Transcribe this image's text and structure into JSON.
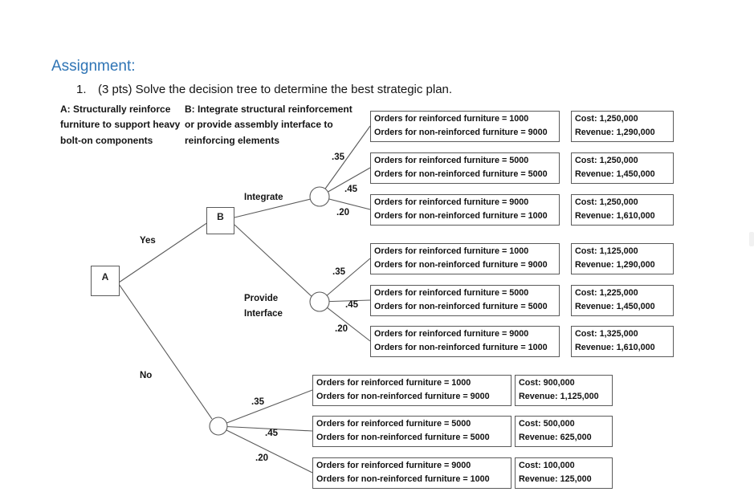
{
  "header": {
    "heading": "Assignment:",
    "question_number": "1.",
    "question_text": "(3 pts) Solve the decision tree to determine the best strategic plan."
  },
  "legend": {
    "option_a_lines": [
      "A: Structurally reinforce",
      "furniture to support heavy",
      "bolt-on components"
    ],
    "option_b_lines": [
      "B: Integrate structural reinforcement",
      "or provide assembly interface to",
      "reinforcing elements"
    ]
  },
  "tree": {
    "decision_nodes": {
      "root": "A",
      "second": "B"
    },
    "branch_labels": {
      "yes": "Yes",
      "no": "No",
      "integrate": "Integrate",
      "provide_line1": "Provide",
      "provide_line2": "Interface"
    },
    "groups": [
      {
        "name": "Integrate",
        "branches": [
          {
            "prob": ".35",
            "orders_line1": "Orders for reinforced furniture = 1000",
            "orders_line2": "Orders for non-reinforced furniture = 9000",
            "cost": "Cost: 1,250,000",
            "revenue": "Revenue: 1,290,000"
          },
          {
            "prob": ".45",
            "orders_line1": "Orders for reinforced furniture = 5000",
            "orders_line2": "Orders for non-reinforced furniture = 5000",
            "cost": "Cost: 1,250,000",
            "revenue": "Revenue: 1,450,000"
          },
          {
            "prob": ".20",
            "orders_line1": "Orders for reinforced furniture = 9000",
            "orders_line2": "Orders for non-reinforced furniture = 1000",
            "cost": "Cost: 1,250,000",
            "revenue": "Revenue: 1,610,000"
          }
        ]
      },
      {
        "name": "Provide Interface",
        "branches": [
          {
            "prob": ".35",
            "orders_line1": "Orders for reinforced furniture = 1000",
            "orders_line2": "Orders for non-reinforced furniture = 9000",
            "cost": "Cost: 1,125,000",
            "revenue": "Revenue: 1,290,000"
          },
          {
            "prob": ".45",
            "orders_line1": "Orders for reinforced furniture = 5000",
            "orders_line2": "Orders for non-reinforced furniture = 5000",
            "cost": "Cost: 1,225,000",
            "revenue": "Revenue: 1,450,000"
          },
          {
            "prob": ".20",
            "orders_line1": "Orders for reinforced furniture = 9000",
            "orders_line2": "Orders for non-reinforced furniture = 1000",
            "cost": "Cost: 1,325,000",
            "revenue": "Revenue: 1,610,000"
          }
        ]
      },
      {
        "name": "No",
        "branches": [
          {
            "prob": ".35",
            "orders_line1": "Orders for reinforced furniture = 1000",
            "orders_line2": "Orders for non-reinforced furniture = 9000",
            "cost": "Cost: 900,000",
            "revenue": "Revenue: 1,125,000"
          },
          {
            "prob": ".45",
            "orders_line1": "Orders for reinforced furniture = 5000",
            "orders_line2": "Orders for non-reinforced furniture = 5000",
            "cost": "Cost: 500,000",
            "revenue": "Revenue: 625,000"
          },
          {
            "prob": ".20",
            "orders_line1": "Orders for reinforced furniture = 9000",
            "orders_line2": "Orders for non-reinforced furniture = 1000",
            "cost": "Cost: 100,000",
            "revenue": "Revenue: 125,000"
          }
        ]
      }
    ]
  },
  "colors": {
    "heading": "#2E74B5",
    "line": "#5a5a5a",
    "text": "#141414"
  }
}
